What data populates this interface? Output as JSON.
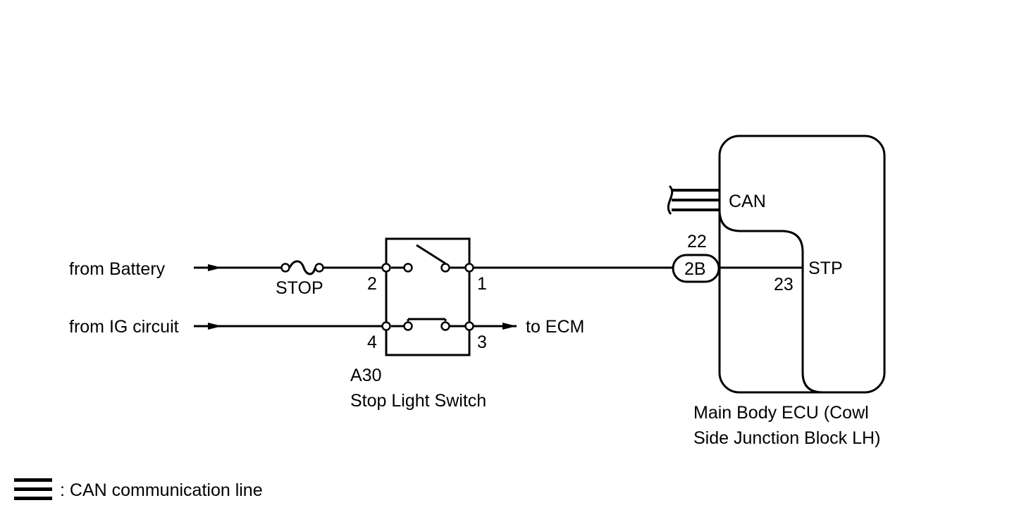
{
  "labels": {
    "from_battery": "from Battery",
    "from_ig": "from IG circuit",
    "to_ecm": "to ECM",
    "fuse": "STOP",
    "pin_2": "2",
    "pin_1": "1",
    "pin_4": "4",
    "pin_3": "3",
    "switch_code": "A30",
    "switch_name": "Stop Light Switch",
    "connector": "2B",
    "pin_22": "22",
    "pin_23": "23",
    "ecu_can": "CAN",
    "ecu_stp": "STP",
    "ecu_name_line1": "Main Body ECU (Cowl",
    "ecu_name_line2": "Side Junction Block LH)"
  },
  "legend": {
    "text": ": CAN communication line"
  }
}
